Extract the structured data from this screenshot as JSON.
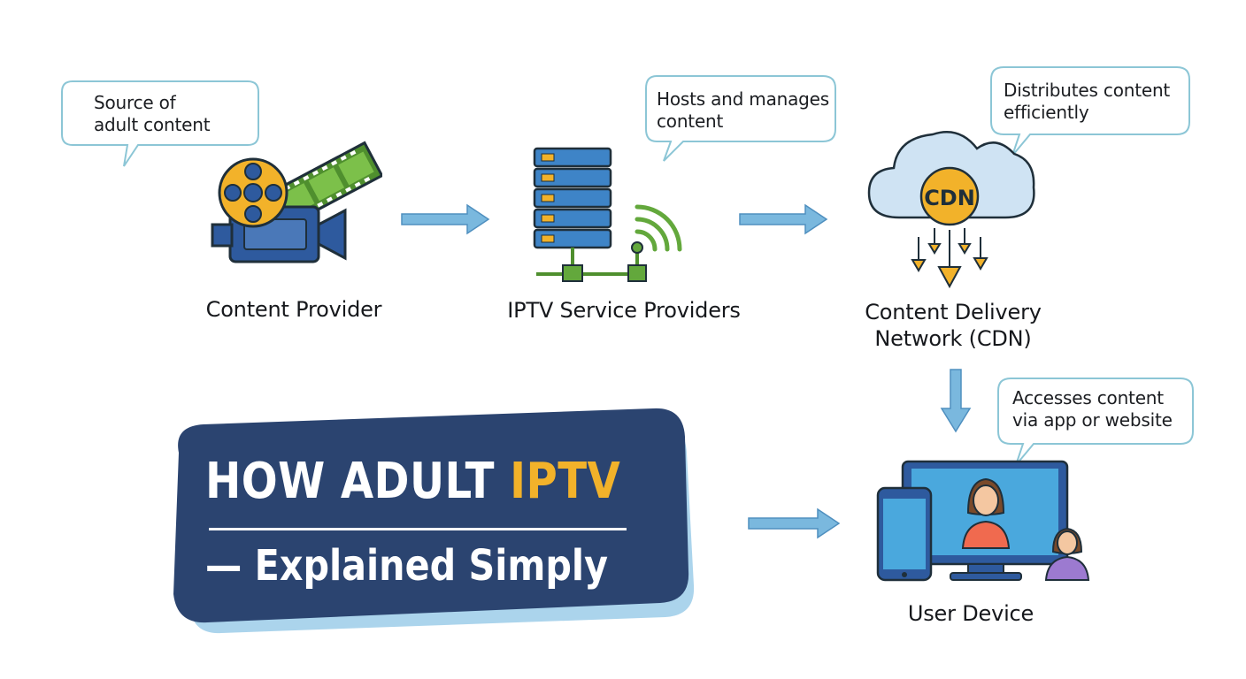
{
  "title": {
    "main": "HOW ADULT ",
    "accent": "IPTV",
    "subtitle": "— Explained Simply"
  },
  "nodes": {
    "content_provider": {
      "label": "Content Provider",
      "bubble": [
        "Source of",
        "adult content"
      ]
    },
    "iptv_service": {
      "label": "IPTV Service Providers",
      "bubble": [
        "Hosts and manages",
        "content"
      ]
    },
    "cdn": {
      "label_line1": "Content Delivery",
      "label_line2": "Network (CDN)",
      "badge": "CDN",
      "bubble": [
        "Distributes content",
        "efficiently"
      ]
    },
    "user_device": {
      "label": "User Device",
      "bubble": [
        "Accesses content",
        "via app or website"
      ]
    }
  },
  "colors": {
    "navy": "#2b4470",
    "accent": "#f2b22a",
    "arrow": "#7ab8de",
    "bubble_border": "#8cc6d6",
    "server_blue": "#3e84c7",
    "signal_green": "#63a83c",
    "cloud": "#cfe3f3"
  },
  "icons": [
    "film-camera-icon",
    "server-rack-icon",
    "cloud-cdn-icon",
    "devices-icon"
  ]
}
